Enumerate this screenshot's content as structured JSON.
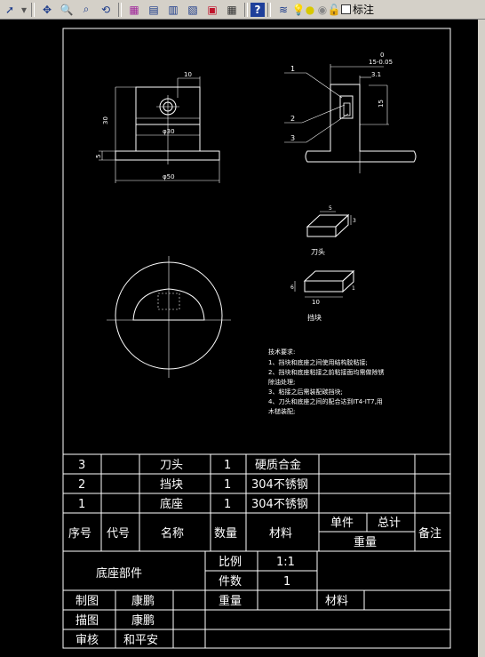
{
  "toolbar": {
    "icons": [
      "cursor-icon",
      "dropdown-arrow-icon",
      "pan-icon",
      "zoom-realtime-icon",
      "zoom-window-icon",
      "zoom-previous-icon",
      "properties-icon",
      "design-center-icon",
      "tool-palette-icon",
      "sheet-set-icon",
      "markup-icon",
      "quickcalc-icon",
      "help-icon",
      "layer-icon",
      "light-icon",
      "sun-icon",
      "freeze-icon",
      "lock-icon"
    ],
    "layer_label": "标注"
  },
  "drawing": {
    "dims": {
      "d10_top": "10",
      "d30": "30",
      "phi30": "φ30",
      "d5": "5",
      "phi50": "φ50",
      "tol_zero": "0",
      "tol_15": "15-0.05",
      "d3_1": "3.1",
      "d15": "15",
      "knife_w": "5",
      "knife_h": "3",
      "stop_h": "6",
      "stop_w": "10",
      "stop_d": "1"
    },
    "leaders": [
      "1",
      "2",
      "3"
    ],
    "label_knife": "刀头",
    "label_stop": "挡块",
    "tech": {
      "title": "技术要求:",
      "lines": [
        "1、挡块和底座之间使用结构胶粘接;",
        "2、挡块和底座粘接之前粘接面均需做除锈",
        "除油处理;",
        "3、粘接之后需装配碳挡块;",
        "4、刀头和底座之间的配合达到IT4-IT7,用",
        "木槌装配;"
      ]
    }
  },
  "bom": {
    "rows": [
      {
        "no": "3",
        "name": "刀头",
        "qty": "1",
        "material": "硬质合金"
      },
      {
        "no": "2",
        "name": "挡块",
        "qty": "1",
        "material": "304不锈钢"
      },
      {
        "no": "1",
        "name": "底座",
        "qty": "1",
        "material": "304不锈钢"
      }
    ],
    "header": {
      "no": "序号",
      "code": "代号",
      "name": "名称",
      "qty": "数量",
      "material": "材料",
      "unit": "单件",
      "total": "总计",
      "weight": "重量",
      "remark": "备注"
    }
  },
  "titleblock": {
    "part_name": "底座部件",
    "scale_label": "比例",
    "scale_value": "1:1",
    "count_label": "件数",
    "count_value": "1",
    "weight_label": "重量",
    "material_label": "材料",
    "drawn_label": "制图",
    "drawn_by": "康鹏",
    "traced_label": "描图",
    "traced_by": "康鹏",
    "checked_label": "审核",
    "checked_by": "和平安"
  }
}
